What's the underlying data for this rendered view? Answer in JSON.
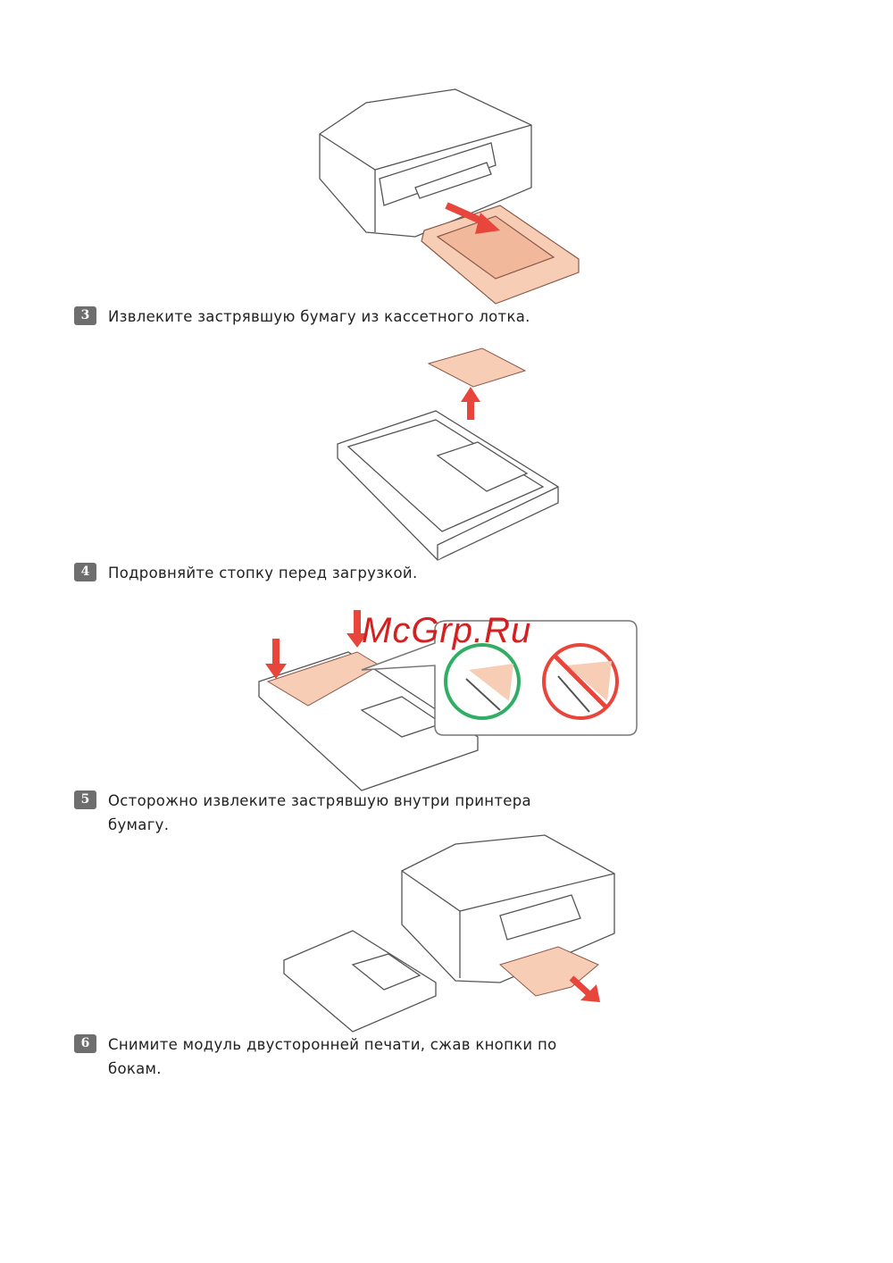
{
  "steps": [
    {
      "number": "3",
      "text": "Извлеките застрявшую бумагу из кассетного лотка."
    },
    {
      "number": "4",
      "text": "Подровняйте стопку перед загрузкой."
    },
    {
      "number": "5",
      "text": "Осторожно извлеките застрявшую внутри принтера бумагу."
    },
    {
      "number": "6",
      "text": "Снимите модуль двусторонней печати, сжав кнопки по бокам."
    }
  ],
  "watermark": "McGrp.Ru",
  "colors": {
    "arrow": "#e8453c",
    "paper": "#f7cdb6",
    "ok": "#2fae64",
    "bad": "#e8453c"
  }
}
